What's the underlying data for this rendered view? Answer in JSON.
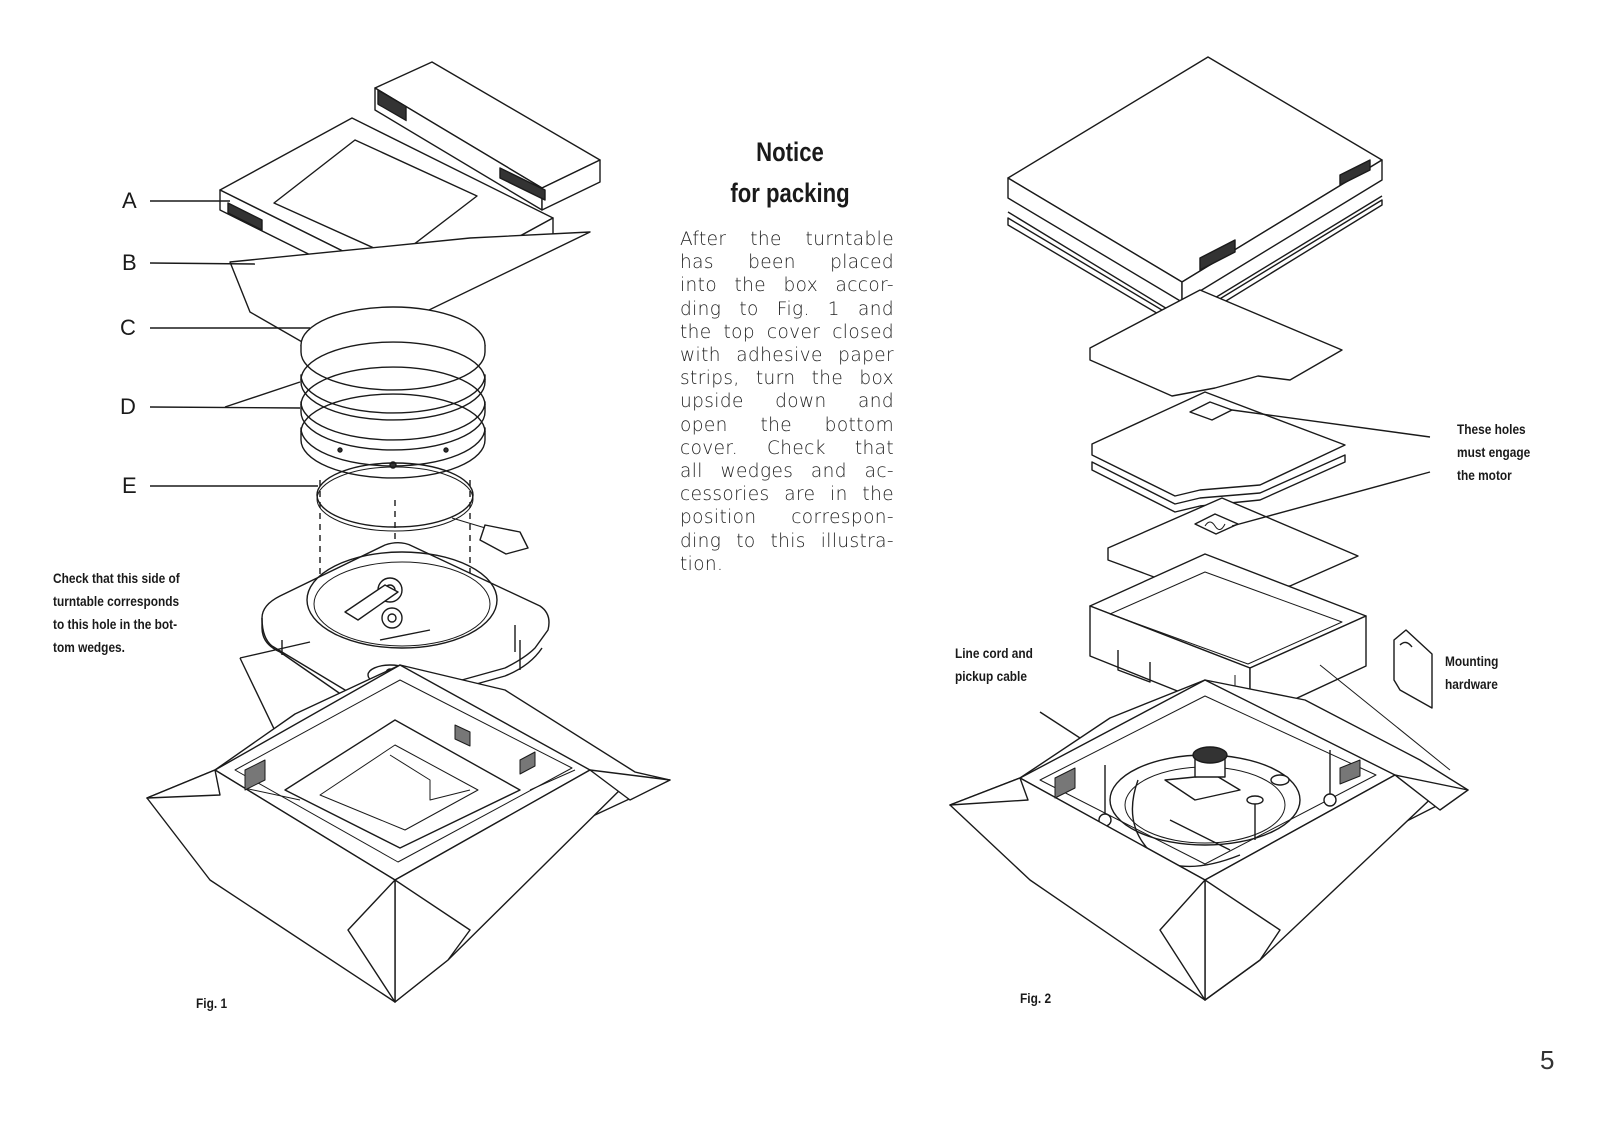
{
  "notice": {
    "title_line1": "Notice",
    "title_line2": "for packing",
    "body_lines": [
      "After the turntable",
      "has been placed",
      "into the box accor-",
      "ding to Fig. 1 and",
      "the top cover closed",
      "with adhesive paper",
      "strips, turn the box",
      "upside down and",
      "open the bottom",
      "cover. Check that",
      "all wedges and ac-",
      "cessories are in the",
      "position correspon-",
      "ding to this illustra-",
      "tion."
    ]
  },
  "fig1": {
    "caption": "Fig. 1",
    "labels": {
      "a": "A",
      "b": "B",
      "c": "C",
      "d": "D",
      "e": "E"
    },
    "check_note_lines": [
      "Check that this side of",
      "turntable corresponds",
      "to this hole in the bot-",
      "tom wedges."
    ]
  },
  "fig2": {
    "caption": "Fig. 2",
    "holes_note_lines": [
      "These holes",
      "must engage",
      "the motor"
    ],
    "linecord_note_lines": [
      "Line cord and",
      "pickup cable"
    ],
    "mounting_note_lines": [
      "Mounting",
      "hardware"
    ]
  },
  "page_number": "5"
}
